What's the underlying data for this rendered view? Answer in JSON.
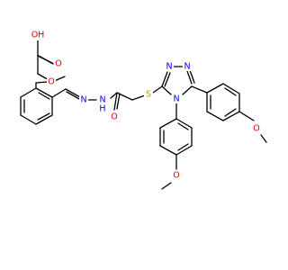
{
  "colors": {
    "carbon": "#000000",
    "oxygen": "#e60000",
    "nitrogen": "#0000ff",
    "sulfur": "#b3a100",
    "background": "#ffffff"
  },
  "atom_labels": {
    "acid_oh": "OH",
    "acid_carbonyl_o": "O",
    "ether_o": "O",
    "imine_n": "N",
    "hydrazone_nh": "N",
    "hydrazone_h": "H",
    "amide_o": "O",
    "thioether_s": "S",
    "triazole_n1": "N",
    "triazole_n2": "N",
    "triazole_n4": "N",
    "methoxy_o_right": "O",
    "methoxy_o_bottom": "O"
  }
}
